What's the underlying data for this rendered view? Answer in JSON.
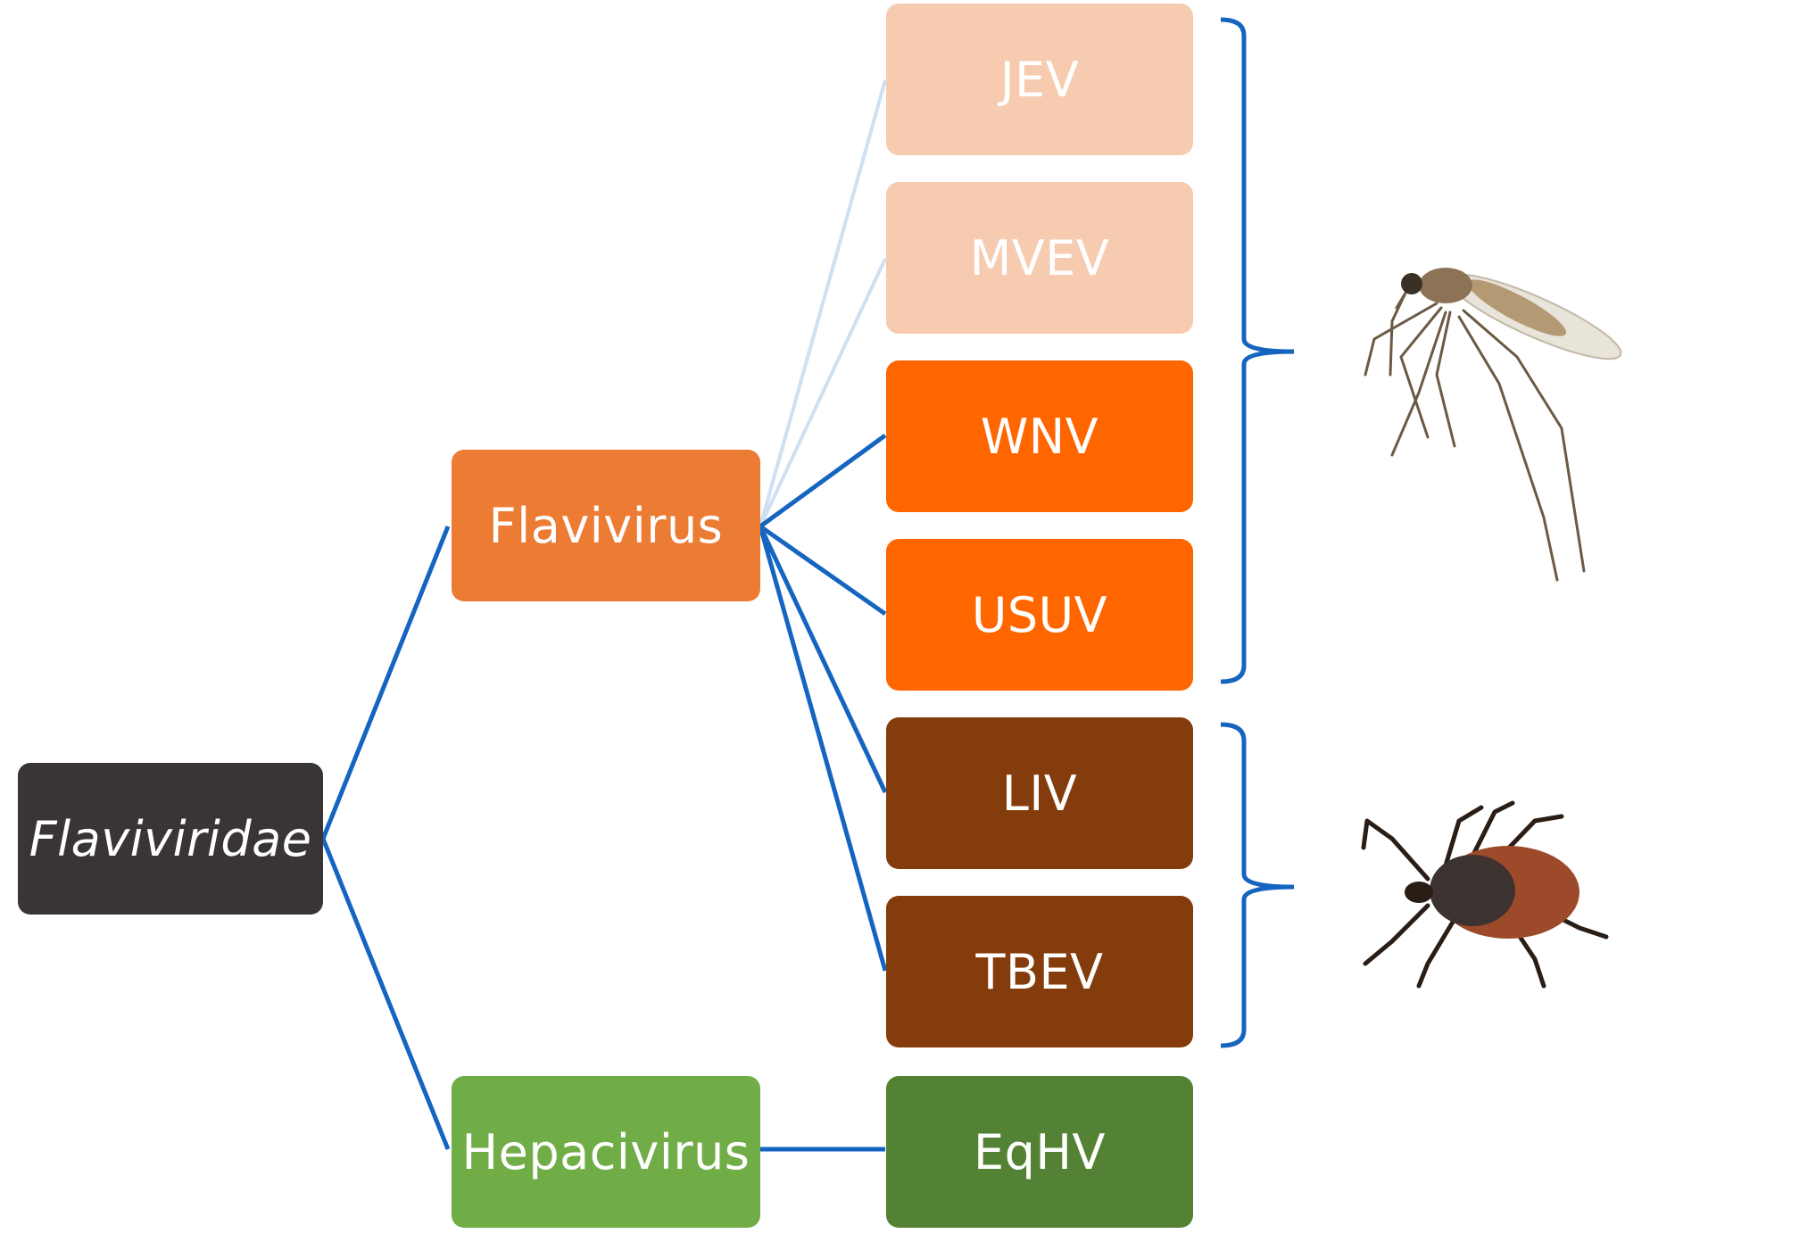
{
  "root": {
    "label": "Flaviviridae",
    "color": "#3a3535"
  },
  "genera": [
    {
      "id": "flavivirus",
      "label": "Flavivirus",
      "color": "#ec7b33"
    },
    {
      "id": "hepacivirus",
      "label": "Hepacivirus",
      "color": "#71ad46"
    }
  ],
  "species": [
    {
      "id": "jev",
      "label": "JEV",
      "genus": "flavivirus",
      "color": "#f7cbaf"
    },
    {
      "id": "mvev",
      "label": "MVEV",
      "genus": "flavivirus",
      "color": "#f7cbaf"
    },
    {
      "id": "wnv",
      "label": "WNV",
      "genus": "flavivirus",
      "color": "#ff6600"
    },
    {
      "id": "usuv",
      "label": "USUV",
      "genus": "flavivirus",
      "color": "#ff6600"
    },
    {
      "id": "liv",
      "label": "LIV",
      "genus": "flavivirus",
      "color": "#843c0c"
    },
    {
      "id": "tbev",
      "label": "TBEV",
      "genus": "flavivirus",
      "color": "#843c0c"
    },
    {
      "id": "eqhv",
      "label": "EqHV",
      "genus": "hepacivirus",
      "color": "#548235"
    }
  ],
  "vectors": [
    {
      "name": "mosquito-illustration",
      "groups": [
        "jev",
        "mvev",
        "wnv",
        "usuv"
      ]
    },
    {
      "name": "tick-illustration",
      "groups": [
        "liv",
        "tbev"
      ]
    }
  ],
  "colors": {
    "link": "#1565c0",
    "link_faded": "#cfe0f3",
    "bracket": "#1565c0"
  }
}
